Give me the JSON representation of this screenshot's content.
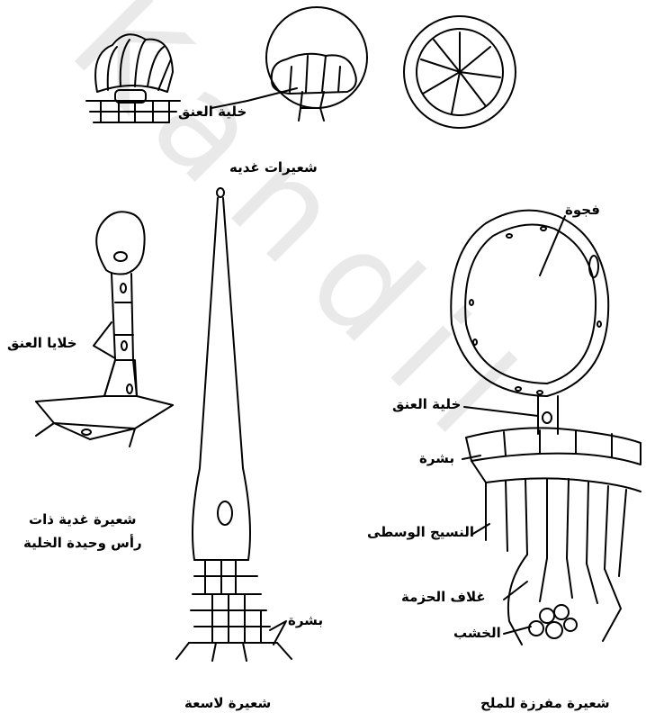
{
  "watermark": "Kandil",
  "labels": {
    "neck_cell_top": "خلية العنق",
    "glandular_hairs_caption": "شعيرات غديه",
    "neck_cells_left": "خلايا العنق",
    "unicellular_head_caption_line1": "شعيرة غدية ذات",
    "unicellular_head_caption_line2": "رأس وحيدة الخلية",
    "epidermis_middle": "بشرة",
    "stinging_hair_caption": "شعيرة لاسعة",
    "cavity": "فجوة",
    "neck_cell_right": "خلية العنق",
    "epidermis_right": "بشرة",
    "mesophyll": "النسيج الوسطى",
    "bundle_sheath": "غلاف الحزمة",
    "xylem": "الخشب",
    "salt_hair_caption": "شعيرة مفرزة للملح"
  }
}
